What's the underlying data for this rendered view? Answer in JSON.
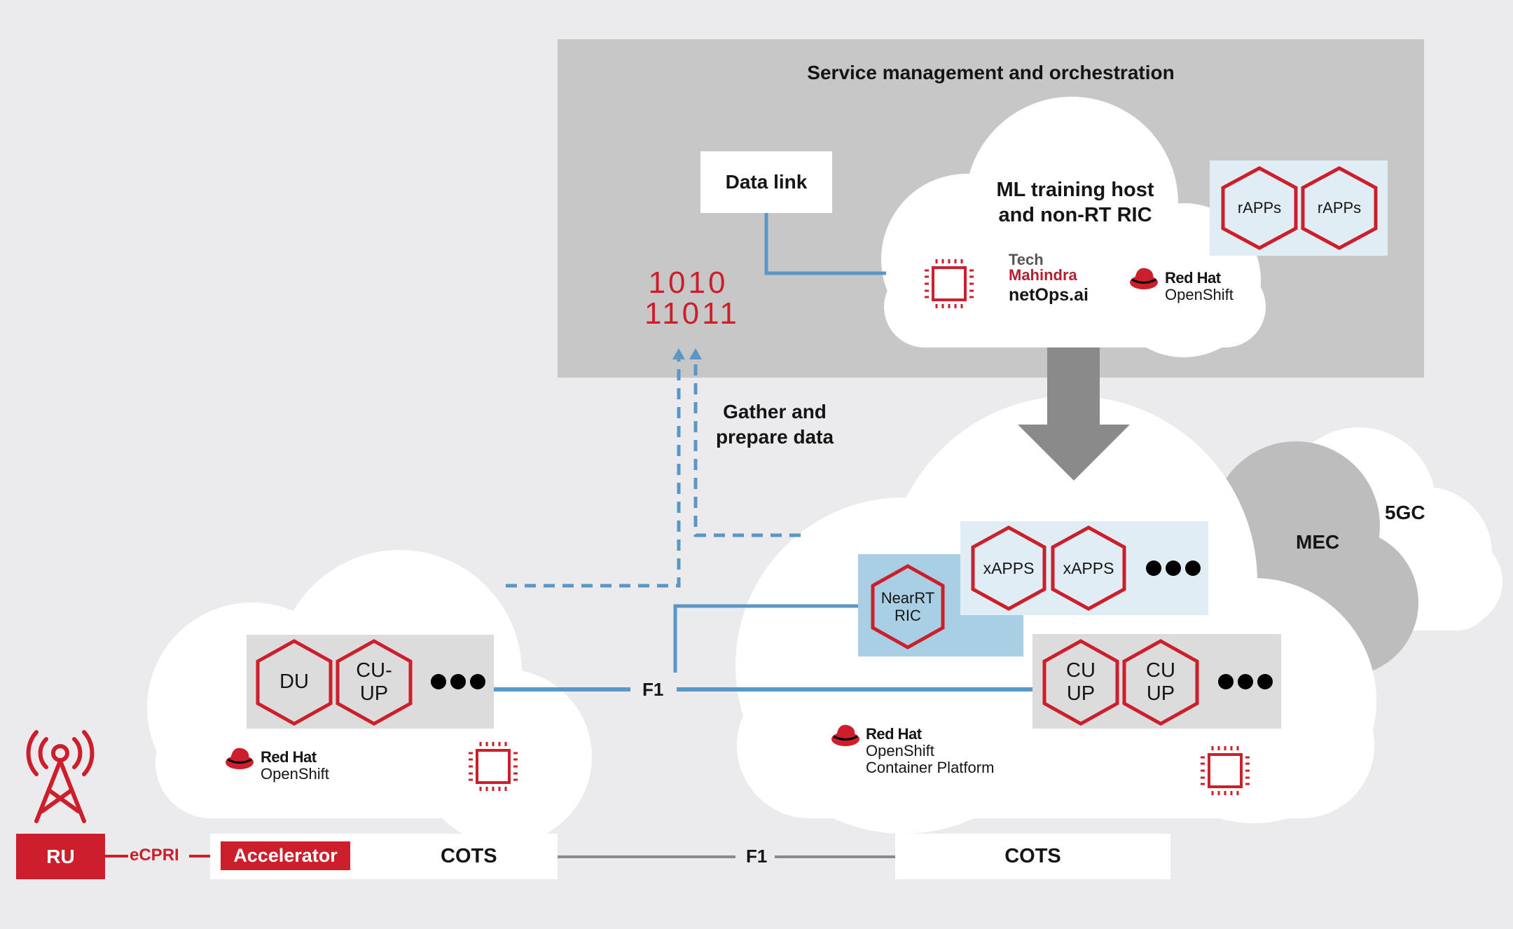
{
  "title": "Service management and orchestration",
  "colors": {
    "background": "#ebebed",
    "orchestration_box": "#c7c7c7",
    "cloud": "#ffffff",
    "mec_cloud": "#bdbdbd",
    "red": "#cc1f2b",
    "blue_line": "#5a97c4",
    "light_blue_panel": "#e0edf5",
    "ric_panel": "#a8cfe3",
    "gray_panel": "#dcdcdc",
    "arrow_gray": "#8a8a8a"
  },
  "orchestration": {
    "data_link": "Data link",
    "binary_line1": "1010",
    "binary_line2": "11011",
    "ml_cloud": {
      "title_line1": "ML training host",
      "title_line2": "and non-RT RIC",
      "chip_icon": "cpu-chip-icon",
      "tech_mahindra": {
        "line1": "Tech",
        "line2": "Mahindra",
        "line3": "netOps.ai"
      },
      "redhat": {
        "line1": "Red Hat",
        "line2": "OpenShift"
      }
    },
    "rapps": [
      "rAPPs",
      "rAPPs"
    ]
  },
  "gather_label": {
    "line1": "Gather and",
    "line2": "prepare data"
  },
  "edge_cloud": {
    "functions": [
      {
        "line1": "DU",
        "line2": ""
      },
      {
        "line1": "CU-",
        "line2": "UP"
      }
    ],
    "more": "more-dots",
    "redhat": {
      "line1": "Red Hat",
      "line2": "OpenShift"
    },
    "chip_icon": "cpu-chip-icon"
  },
  "f1_label": "F1",
  "core_cloud": {
    "near_rt_ric": {
      "line1": "NearRT",
      "line2": "RIC"
    },
    "xapps": [
      "xAPPS",
      "xAPPS"
    ],
    "cu_up": [
      {
        "line1": "CU",
        "line2": "UP"
      },
      {
        "line1": "CU",
        "line2": "UP"
      }
    ],
    "redhat": {
      "line1": "Red Hat",
      "line2": "OpenShift",
      "line3": "Container Platform"
    },
    "chip_icon": "cpu-chip-icon"
  },
  "mec_label": "MEC",
  "fivegc_label": "5GC",
  "bottom": {
    "ru": "RU",
    "ecpri": "eCPRI",
    "accelerator": "Accelerator",
    "cots_left": "COTS",
    "f1": "F1",
    "cots_right": "COTS"
  }
}
